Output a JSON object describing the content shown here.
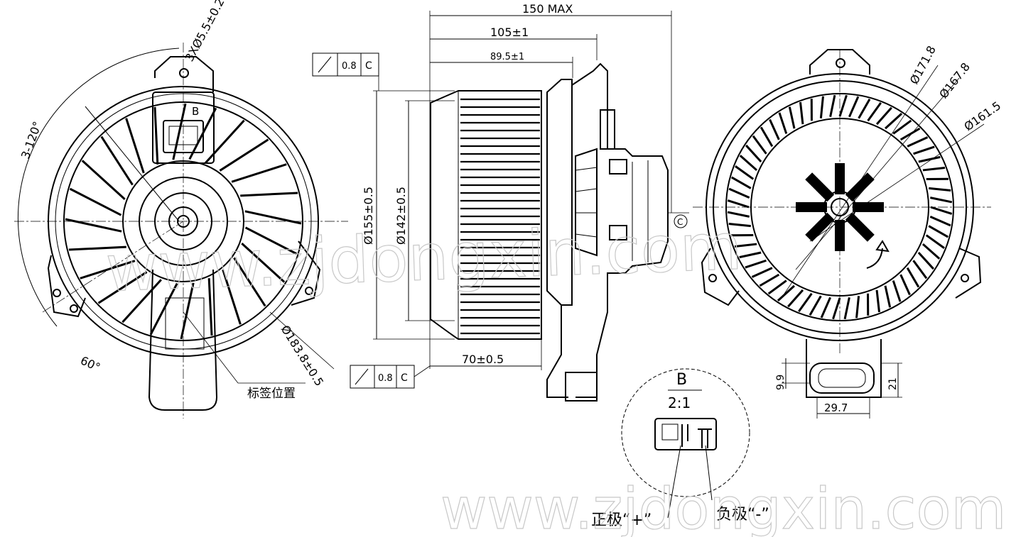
{
  "labels": {
    "mount_holes": "3XØ5.5±0.2",
    "angle_120": "3-120°",
    "angle_60": "60°",
    "label_position": "标签位置",
    "dia_183": "Ø183.8±0.5",
    "section_b": "B",
    "dim_150": "150 MAX",
    "dim_105": "105±1",
    "dim_89": "89.5±1",
    "dim_70": "70±0.5",
    "dia_155": "Ø155±0.5",
    "dia_142": "Ø142±0.5",
    "tol_top_value": "0.8",
    "tol_top_datum": "C",
    "tol_bot_value": "0.8",
    "tol_bot_datum": "C",
    "datum_c": "C",
    "dia_171": "Ø171.8",
    "dia_167": "Ø167.8",
    "dia_161": "Ø161.5",
    "dim_9": "9.9",
    "dim_21": "21",
    "dim_29": "29.7",
    "detail_b": "B",
    "detail_scale": "2:1",
    "positive": "正极“+”",
    "negative": "负极“-”",
    "watermark": "www.zjdongxin.com",
    "watermark_bottom": "www.zjdongxin.com"
  }
}
